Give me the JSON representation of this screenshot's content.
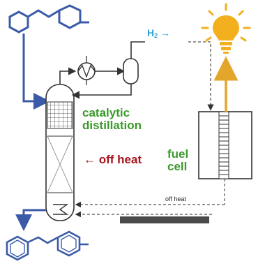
{
  "labels": {
    "hydrogen_main": "H",
    "hydrogen_sub": "2",
    "hydrogen_arrow": "→",
    "catalytic_line1": "catalytic",
    "catalytic_line2": "distillation",
    "off_heat_arrow": "←",
    "off_heat_big": "off heat",
    "fuel": "fuel",
    "cell": "cell",
    "off_heat_small": "off heat"
  },
  "colors": {
    "blue_arrow": "#3b5ba8",
    "green_text": "#3a9a2a",
    "red_text": "#a8141e",
    "hydrogen_text": "#2fa4d8",
    "bulb": "#f2b01e",
    "gold_arrow": "#e3a62a",
    "dark_line": "#333333"
  },
  "icons": [
    "lightbulb-icon",
    "heat-exchanger-icon",
    "condenser-icon",
    "molecule-icon"
  ]
}
